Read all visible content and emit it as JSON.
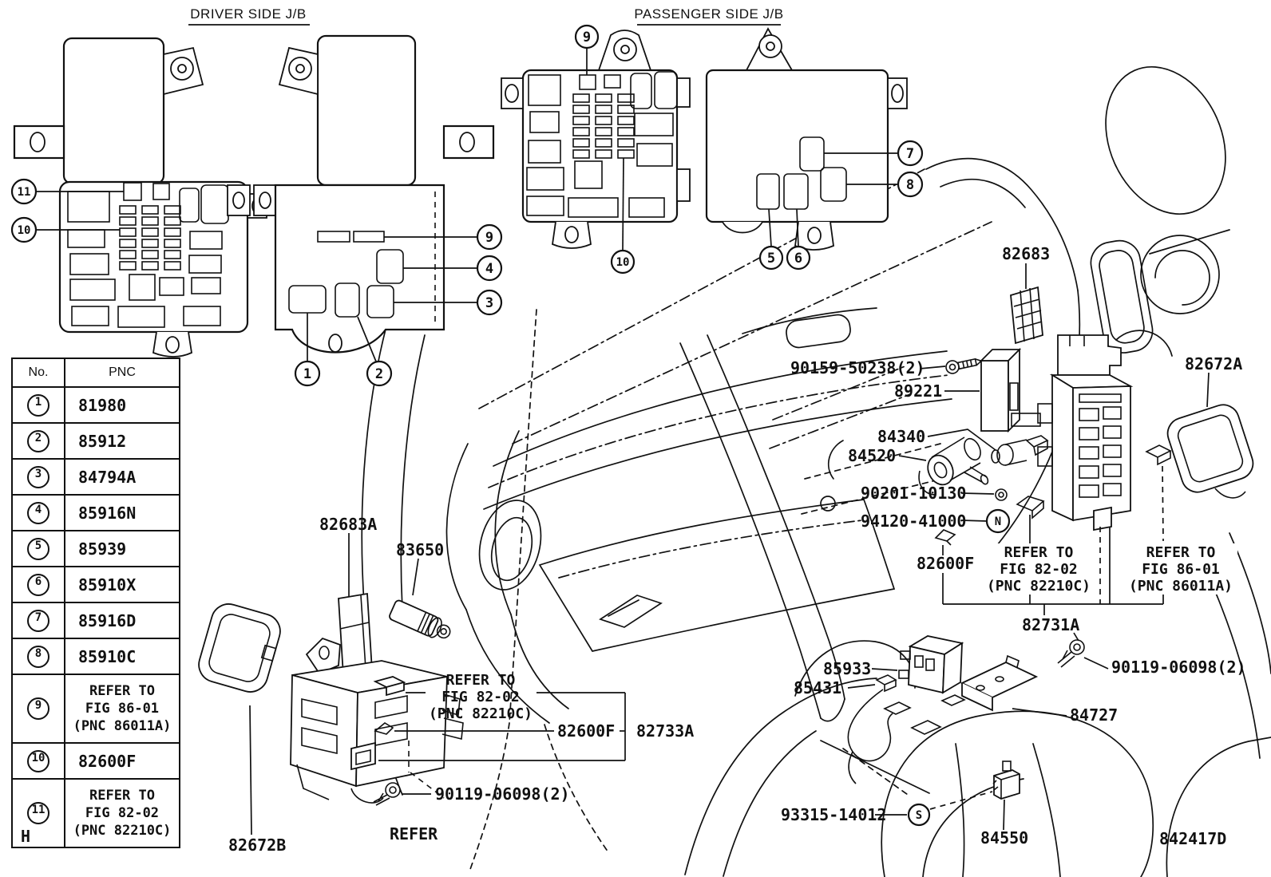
{
  "titles": {
    "driver": "DRIVER SIDE J/B",
    "passenger": "PASSENGER SIDE J/B"
  },
  "table": {
    "headers": {
      "no": "No.",
      "pnc": "PNC"
    },
    "rows": [
      {
        "no": "1",
        "pnc": "81980"
      },
      {
        "no": "2",
        "pnc": "85912"
      },
      {
        "no": "3",
        "pnc": "84794A"
      },
      {
        "no": "4",
        "pnc": "85916N"
      },
      {
        "no": "5",
        "pnc": "85939"
      },
      {
        "no": "6",
        "pnc": "85910X"
      },
      {
        "no": "7",
        "pnc": "85916D"
      },
      {
        "no": "8",
        "pnc": "85910C"
      },
      {
        "no": "9",
        "pnc": "REFER TO\nFIG 86-01\n(PNC 86011A)"
      },
      {
        "no": "10",
        "pnc": "82600F"
      },
      {
        "no": "11",
        "pnc": "REFER TO\nFIG 82-02\n(PNC 82210C)"
      }
    ]
  },
  "callouts": {
    "c1": "1",
    "c2": "2",
    "c3": "3",
    "c4": "4",
    "c5": "5",
    "c6": "6",
    "c7": "7",
    "c8": "8",
    "c9": "9",
    "c10": "10",
    "c11": "11",
    "n": "N",
    "s": "S"
  },
  "labels": {
    "l82683": "82683",
    "l90159": "90159-50238(2)",
    "l89221": "89221",
    "l84340": "84340",
    "l84520": "84520",
    "l90201": "90201-10130",
    "l94120": "94120-41000",
    "l82600f": "82600F",
    "l82672a": "82672A",
    "l82672b": "82672B",
    "l82731a": "82731A",
    "l82733a": "82733A",
    "l90119": "90119-06098(2)",
    "l85933": "85933",
    "l85431": "85431",
    "l84727": "84727",
    "l93315": "93315-14012",
    "l84550": "84550",
    "l82683a": "82683A",
    "l83650": "83650",
    "refer_8202": [
      "REFER TO",
      "FIG 82-02",
      "(PNC 82210C)"
    ],
    "refer_8601": [
      "REFER TO",
      "FIG 86-01",
      "(PNC 86011A)"
    ],
    "refer_plain": "REFER"
  },
  "footer": {
    "page_mark": "H",
    "drawing_number": "842417D"
  }
}
